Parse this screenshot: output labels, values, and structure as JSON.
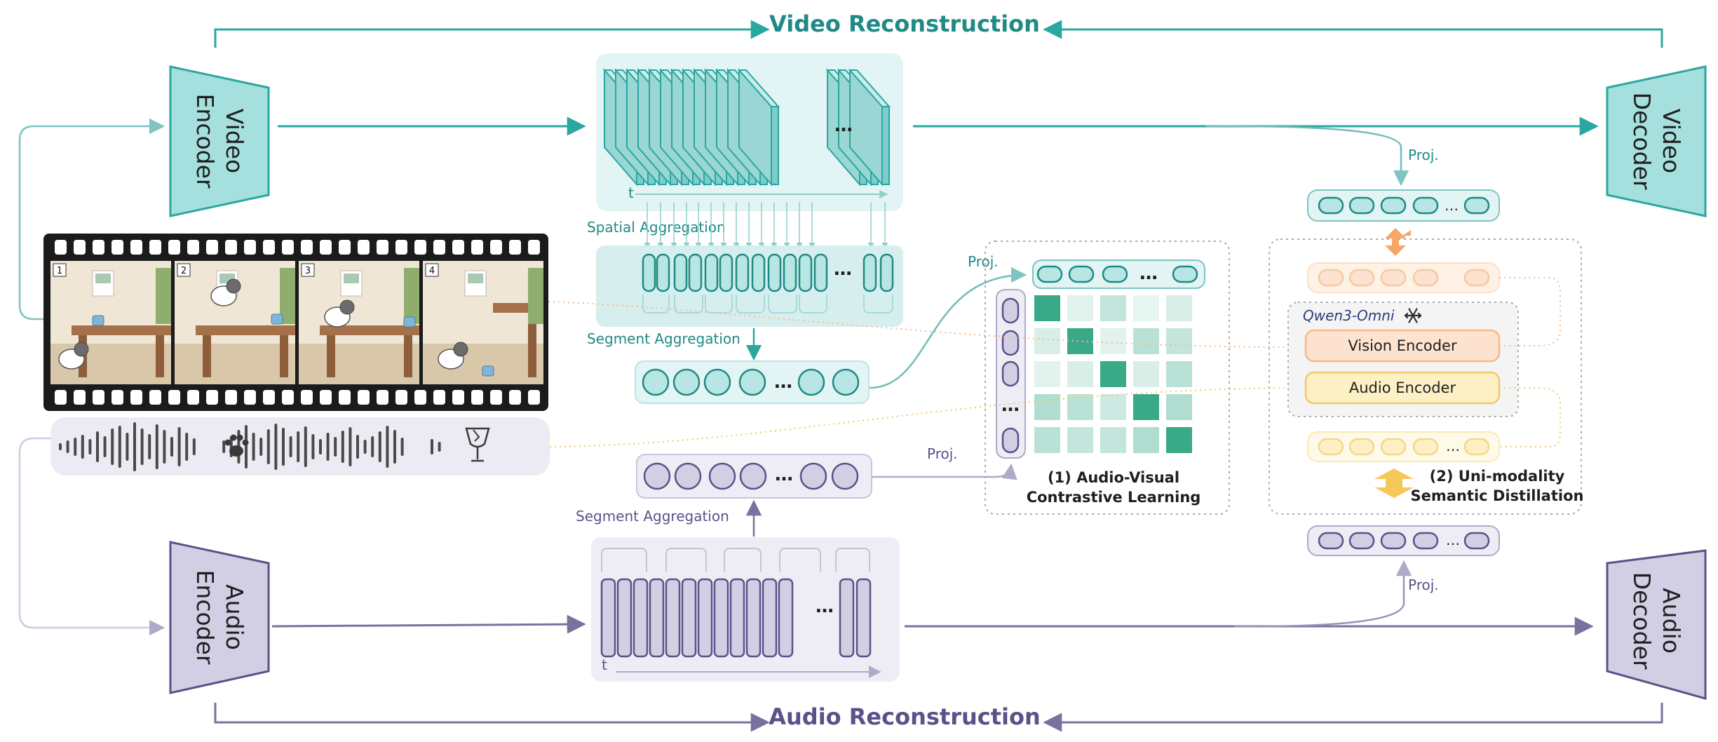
{
  "titles": {
    "video_reconstruction": "Video Reconstruction",
    "audio_reconstruction": "Audio Reconstruction"
  },
  "encoders": {
    "video_encoder": [
      "Video",
      "Encoder"
    ],
    "video_decoder": [
      "Video",
      "Decoder"
    ],
    "audio_encoder": [
      "Audio",
      "Encoder"
    ],
    "audio_decoder": [
      "Audio",
      "Decoder"
    ]
  },
  "labels": {
    "spatial_aggregation": "Spatial Aggregation",
    "segment_aggregation_video": "Segment Aggregation",
    "segment_aggregation_audio": "Segment Aggregation",
    "proj_video": "Proj.",
    "proj_audio": "Proj.",
    "proj_contrast": "Proj.",
    "proj_decoder_audio": "Proj.",
    "time_video": "t",
    "time_audio": "t",
    "ellipsis": "…"
  },
  "film": {
    "frame_numbers": [
      "1",
      "2",
      "3",
      "4"
    ]
  },
  "contrastive": {
    "caption": [
      "(1) Audio-Visual",
      "Contrastive Learning"
    ],
    "matrix": [
      [
        1.0,
        0.15,
        0.3,
        0.12,
        0.2
      ],
      [
        0.2,
        1.0,
        0.15,
        0.35,
        0.3
      ],
      [
        0.15,
        0.2,
        1.0,
        0.2,
        0.35
      ],
      [
        0.4,
        0.35,
        0.25,
        1.0,
        0.4
      ],
      [
        0.35,
        0.3,
        0.3,
        0.4,
        1.0
      ]
    ]
  },
  "distillation": {
    "model_name": "Qwen3-Omni",
    "vision_encoder": "Vision Encoder",
    "audio_encoder": "Audio Encoder",
    "caption": [
      "(2) Uni-modality",
      "Semantic Distillation"
    ]
  },
  "colors": {
    "teal": "#2aa7a1",
    "teal_dark": "#1f8a86",
    "teal_fill": "#b7e6e4",
    "teal_bg": "#e2f4f3",
    "purple": "#7a719e",
    "purple_dark": "#5a5288",
    "purple_fill": "#d2cfe4",
    "purple_bg": "#eeedf5",
    "orange": "#f7a66a",
    "orange_fill": "#fde3cf",
    "yellow": "#f5c85a",
    "yellow_fill": "#fdf0c4",
    "green_strong": "#3aa987"
  }
}
